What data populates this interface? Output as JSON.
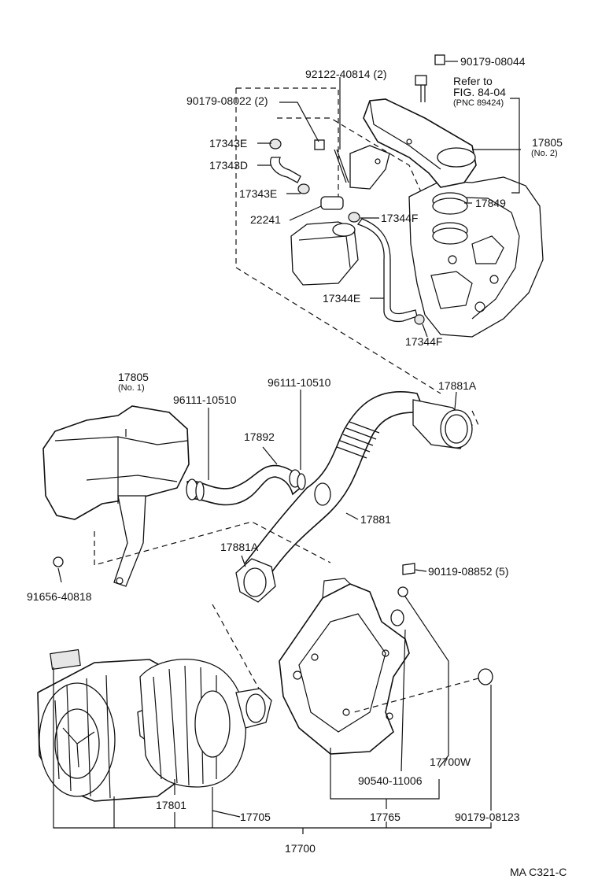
{
  "diagram": {
    "footer_code": "MA  C321-C",
    "callouts": {
      "p90179_08044": "90179-08044",
      "p92122_40814": "92122-40814 (2)",
      "refer_line1": "Refer to",
      "refer_line2": "FIG. 84-04",
      "refer_line3": "(PNC 89424)",
      "p90179_08022": "90179-08022 (2)",
      "p17343E_a": "17343E",
      "p17343D": "17343D",
      "p17343E_b": "17343E",
      "p22241": "22241",
      "p17344F_a": "17344F",
      "p17805_top": "17805",
      "p17805_top_sub": "(No. 2)",
      "p17849": "17849",
      "p17344E": "17344E",
      "p17344F_b": "17344F",
      "p17805_mid": "17805",
      "p17805_mid_sub": "(No. 1)",
      "p96111_a": "96111-10510",
      "p96111_b": "96111-10510",
      "p17881A_a": "17881A",
      "p17892": "17892",
      "p17881": "17881",
      "p17881A_b": "17881A",
      "p90119_08852": "90119-08852 (5)",
      "p91656_40818": "91656-40818",
      "p17700W": "17700W",
      "p90540_11006": "90540-11006",
      "p17801": "17801",
      "p17705": "17705",
      "p17765": "17765",
      "p90179_08123": "90179-08123",
      "p17700": "17700"
    }
  }
}
